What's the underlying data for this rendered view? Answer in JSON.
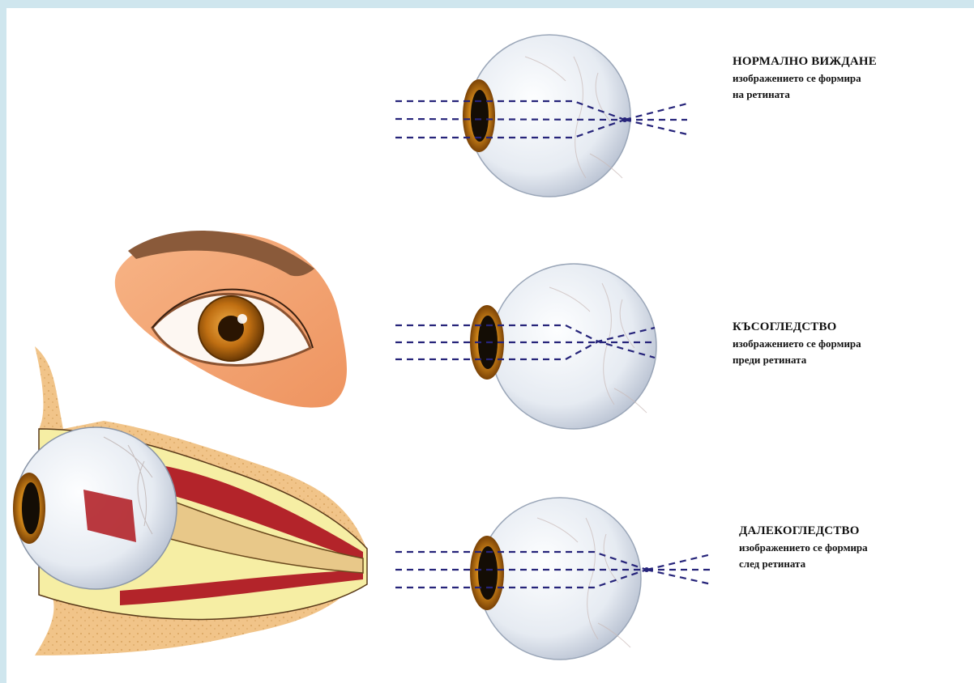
{
  "colors": {
    "frame_bg": "#cfe6ee",
    "canvas_bg": "#ffffff",
    "ray": "#26247a",
    "iris": "#b86a10",
    "sclera": "#e9eef4",
    "skin": "#f4a675",
    "brow": "#8a5a3a",
    "fat": "#f2c58a",
    "muscle": "#b3242a",
    "nerve_sheath": "#f6eea4"
  },
  "icons": [
    "normal-eye-icon",
    "myopia-eye-icon",
    "hyperopia-eye-icon",
    "face-eye-icon",
    "eye-cross-section-icon"
  ],
  "conditions": [
    {
      "title": "НОРМАЛНО ВИЖДАНЕ",
      "line1": "изображението се формира",
      "line2": "на ретината"
    },
    {
      "title": "КЪСОГЛЕДСТВО",
      "line1": "изображението се формира",
      "line2": "преди ретината"
    },
    {
      "title": "ДАЛЕКОГЛЕДСТВО",
      "line1": "изображението се формира",
      "line2": "след ретината"
    }
  ]
}
